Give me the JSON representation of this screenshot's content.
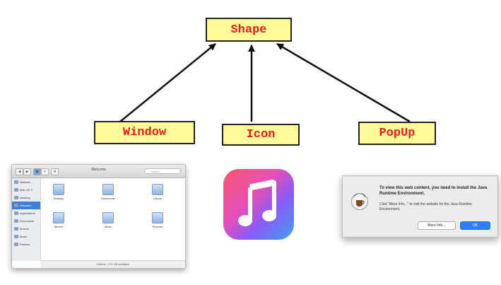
{
  "diagram": {
    "nodes": {
      "shape": "Shape",
      "window": "Window",
      "icon": "Icon",
      "popup": "PopUp"
    },
    "colors": {
      "node_fill": "#fffb99",
      "node_text": "#e0201b",
      "edge": "#111111"
    }
  },
  "finder": {
    "title": "Welcome",
    "search_placeholder": "Search",
    "sidebar": [
      "Network",
      "Mac OS X",
      "Desktop",
      "Welcome",
      "Applications",
      "Documents",
      "Movies",
      "Music",
      "Pictures"
    ],
    "files": [
      "Desktop",
      "Documents",
      "Library",
      "Movies",
      "Music",
      "Pictures"
    ],
    "status": "6 items, 1.52 GB available"
  },
  "music_icon": {
    "icon": "music-note-icon"
  },
  "dialog": {
    "message": "To view this web content, you need to install the Java Runtime Environment.",
    "detail": "Click \"More Info...\" to visit the website for the Java Runtime Environment.",
    "more_info": "More Info...",
    "ok": "OK"
  }
}
